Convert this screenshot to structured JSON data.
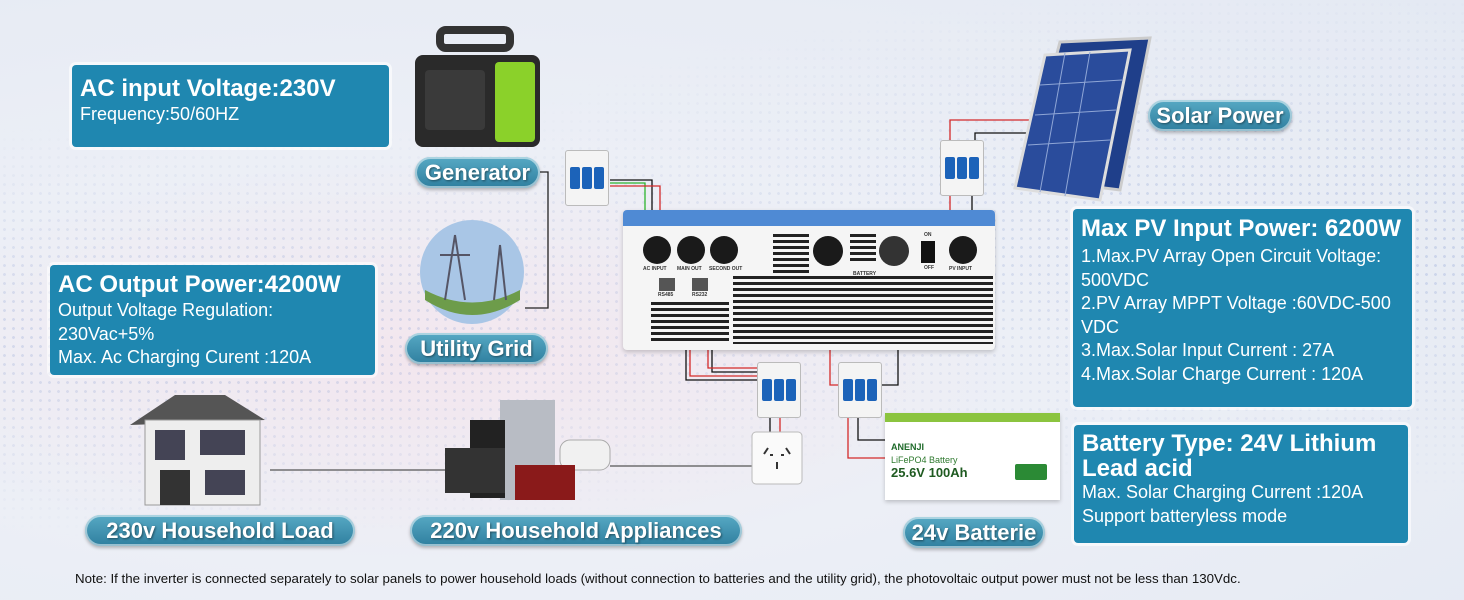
{
  "ac_input": {
    "title": "AC input Voltage:230V",
    "lines": [
      "Frequency:50/60HZ"
    ]
  },
  "ac_output": {
    "title": "AC Output Power:4200W",
    "lines": [
      "Output Voltage Regulation:",
      "230Vac+5%",
      "Max. Ac Charging Curent :120A"
    ]
  },
  "pv": {
    "title": "Max PV Input Power: 6200W",
    "lines": [
      "1.Max.PV Array Open Circuit Voltage:",
      "500VDC",
      "2.PV Array MPPT Voltage :60VDC-500",
      "VDC",
      "3.Max.Solar Input Current : 27A",
      "4.Max.Solar Charge  Current : 120A"
    ]
  },
  "battery_type": {
    "title": "Battery Type: 24V Lithium Lead acid",
    "lines": [
      "Max. Solar Charging Current :120A",
      "Support batteryless mode"
    ]
  },
  "labels": {
    "generator": "Generator",
    "utility_grid": "Utility Grid",
    "solar_power": "Solar Power",
    "household_load": "230v Household Load",
    "appliances": "220v Household Appliances",
    "batterie": "24v Batterie"
  },
  "inverter": {
    "ports": [
      "AC INPUT",
      "MAIN OUT",
      "SECOND OUT",
      "BATTERY",
      "PV INPUT"
    ],
    "comm": [
      "RS485",
      "RS232"
    ],
    "switch": [
      "ON",
      "OFF"
    ]
  },
  "battery_product": {
    "brand": "ANENJI",
    "type": "LiFePO4 Battery",
    "spec": "25.6V 100Ah"
  },
  "colors": {
    "box": "#1f87b0",
    "wire_red": "#d42a2a",
    "wire_black": "#111111",
    "wire_green": "#2db52d"
  },
  "note": "Note: If the inverter is connected separately to solar panels to power household loads (without connection to batteries and the utility grid), the photovoltaic output power must not be less than 130Vdc."
}
